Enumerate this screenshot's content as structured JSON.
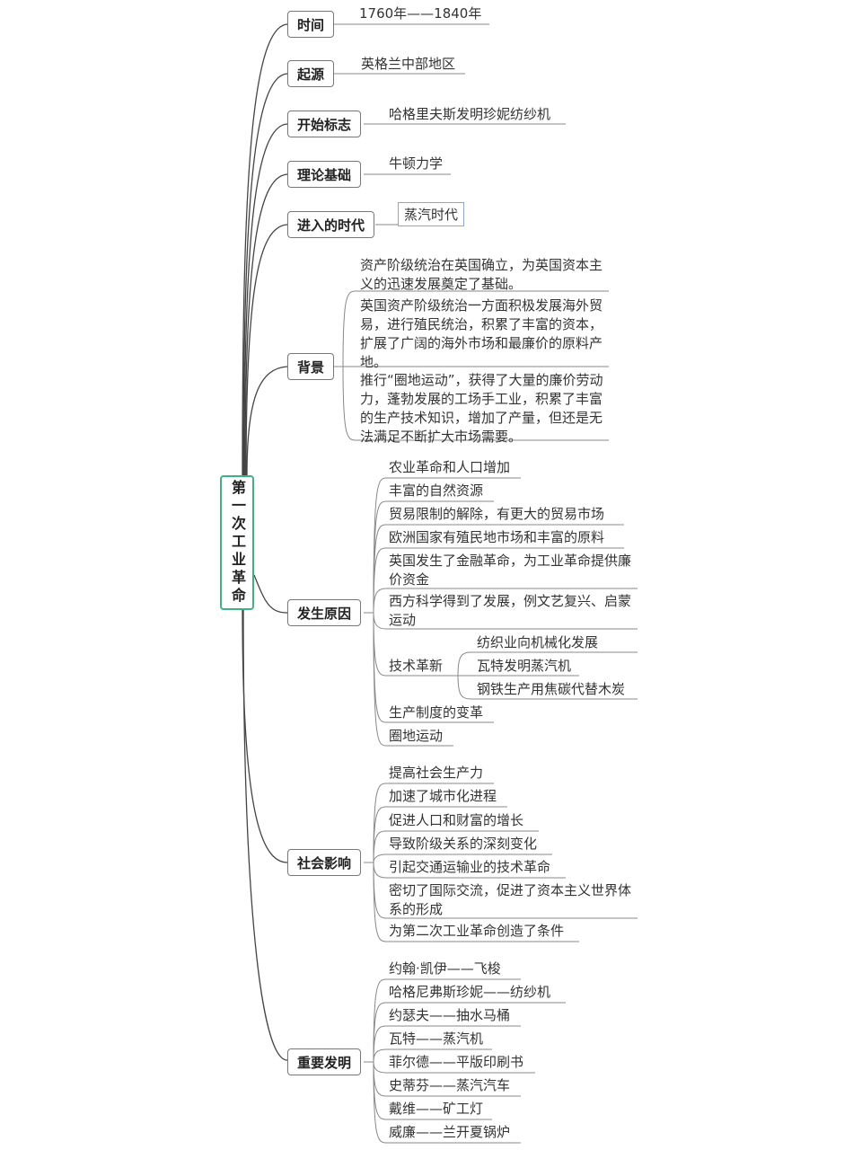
{
  "root": {
    "label": "第一次工业革命",
    "border_color": "#3fb27f"
  },
  "topics": [
    {
      "id": "time",
      "label": "时间",
      "children": [
        "1760年——1840年"
      ]
    },
    {
      "id": "origin",
      "label": "起源",
      "children": [
        "英格兰中部地区"
      ]
    },
    {
      "id": "start",
      "label": "开始标志",
      "children": [
        "哈格里夫斯发明珍妮纺纱机"
      ]
    },
    {
      "id": "theory",
      "label": "理论基础",
      "children": [
        "牛顿力学"
      ]
    },
    {
      "id": "era",
      "label": "进入的时代",
      "children": [
        "蒸汽时代"
      ]
    },
    {
      "id": "background",
      "label": "背景",
      "children": [
        "资产阶级统治在英国确立，为英国资本主义的迅速发展奠定了基础。",
        "英国资产阶级统治一方面积极发展海外贸易，进行殖民统治，积累了丰富的资本，扩展了广阔的海外市场和最廉价的原料产地。",
        "推行“圈地运动”，获得了大量的廉价劳动力，蓬勃发展的工场手工业，积累了丰富的生产技术知识，增加了产量，但还是无法满足不断扩大市场需要。"
      ]
    },
    {
      "id": "causes",
      "label": "发生原因",
      "children": [
        "农业革命和人口增加",
        "丰富的自然资源",
        "贸易限制的解除，有更大的贸易市场",
        "欧洲国家有殖民地市场和丰富的原料",
        "英国发生了金融革命，为工业革命提供廉价资金",
        "西方科学得到了发展，例文艺复兴、启蒙运动",
        "技术革新",
        "生产制度的变革",
        "圈地运动"
      ],
      "tech_children": [
        "纺织业向机械化发展",
        "瓦特发明蒸汽机",
        "钢铁生产用焦碳代替木炭"
      ]
    },
    {
      "id": "impact",
      "label": "社会影响",
      "children": [
        "提高社会生产力",
        "加速了城市化进程",
        "促进人口和财富的增长",
        "导致阶级关系的深刻变化",
        "引起交通运输业的技术革命",
        "密切了国际交流，促进了资本主义世界体系的形成",
        "为第二次工业革命创造了条件"
      ]
    },
    {
      "id": "inventions",
      "label": "重要发明",
      "children": [
        "约翰·凯伊——飞梭",
        "哈格尼弗斯珍妮——纺纱机",
        "约瑟夫——抽水马桶",
        "瓦特——蒸汽机",
        "菲尔德——平版印刷书",
        "史蒂芬——蒸汽汽车",
        "戴维——矿工灯",
        "威廉——兰开夏锅炉"
      ]
    }
  ]
}
